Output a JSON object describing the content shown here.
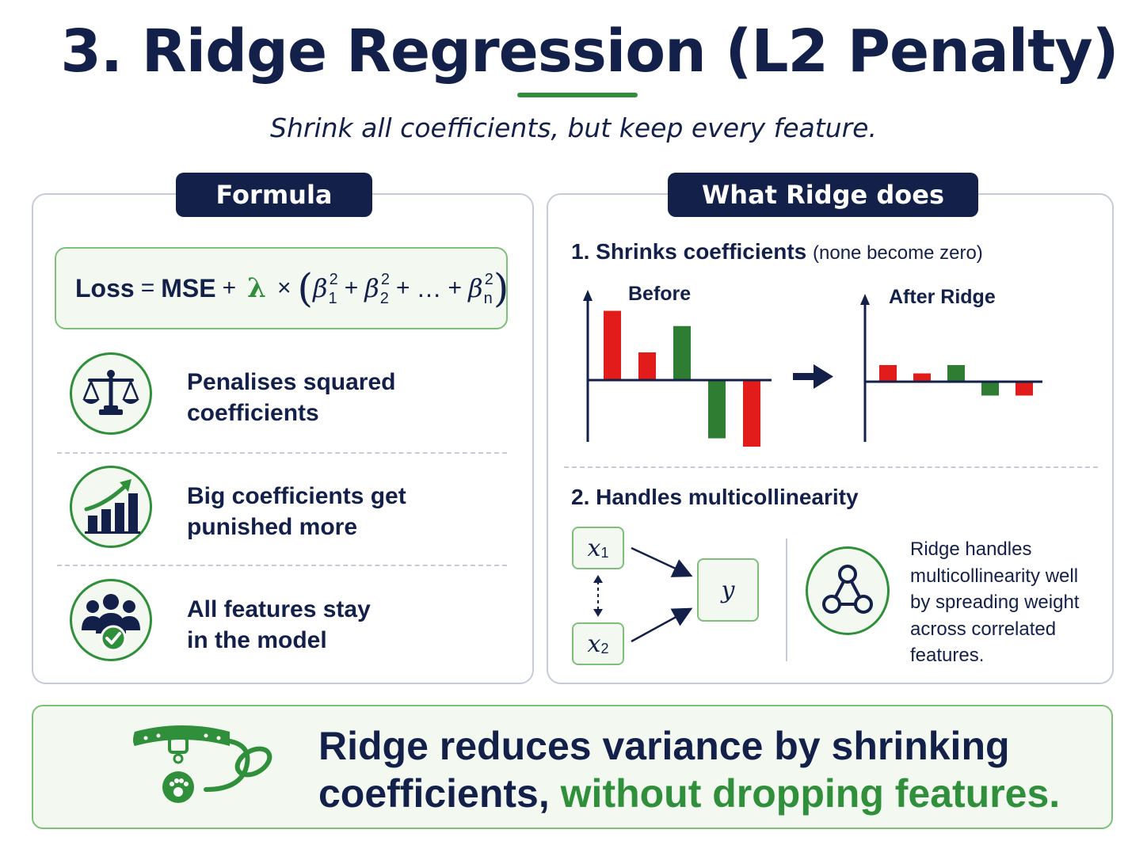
{
  "title": "3. Ridge Regression (L2 Penalty)",
  "subtitle": "Shrink all coefficients, but keep every feature.",
  "left_panel": {
    "tab": "Formula",
    "formula": {
      "lhs": "Loss",
      "eq": "=",
      "mse": "MSE",
      "plus": "+",
      "lambda": "λ",
      "times": "×",
      "open": "(",
      "close": ")",
      "beta": "β",
      "sub1": "1",
      "sub2": "2",
      "subn": "n",
      "sq": "2",
      "ellipsis": "…"
    },
    "features": [
      {
        "line1": "Penalises squared",
        "line2": "coefficients",
        "icon": "scales-icon"
      },
      {
        "line1": "Big coefficients get",
        "line2": "punished more",
        "icon": "growth-chart-icon"
      },
      {
        "line1": "All features stay",
        "line2": "in the model",
        "icon": "group-check-icon"
      }
    ]
  },
  "right_panel": {
    "tab": "What Ridge does",
    "section1": {
      "number": "1.",
      "heading": "Shrinks coefficients",
      "note": "(none become zero)",
      "before_label": "Before",
      "after_label": "After Ridge"
    },
    "chart_data": {
      "type": "bar",
      "panels": [
        {
          "label": "Before",
          "values": [
            5.0,
            2.0,
            3.9,
            -4.2,
            -4.8
          ],
          "colors": [
            "#e21b1b",
            "#e21b1b",
            "#2e7d32",
            "#2e7d32",
            "#e21b1b"
          ]
        },
        {
          "label": "After Ridge",
          "values": [
            1.2,
            0.6,
            1.2,
            -1.0,
            -1.0
          ],
          "colors": [
            "#e21b1b",
            "#e21b1b",
            "#2e7d32",
            "#2e7d32",
            "#e21b1b"
          ]
        }
      ]
    },
    "section2": {
      "number": "2.",
      "heading": "Handles multicollinearity",
      "x": "x",
      "y": "y",
      "sub1": "1",
      "sub2": "2",
      "desc_lines": [
        "Ridge handles",
        "multicollinearity well",
        "by spreading weight",
        "across correlated",
        "features."
      ]
    }
  },
  "banner": {
    "line1": "Ridge reduces variance by shrinking",
    "line2_dark": "coefficients,",
    "line2_green": "without dropping features."
  },
  "colors": {
    "navy": "#13204a",
    "green": "#2f8f3a",
    "red": "#e21b1b",
    "light_green": "#f3f9f1"
  }
}
